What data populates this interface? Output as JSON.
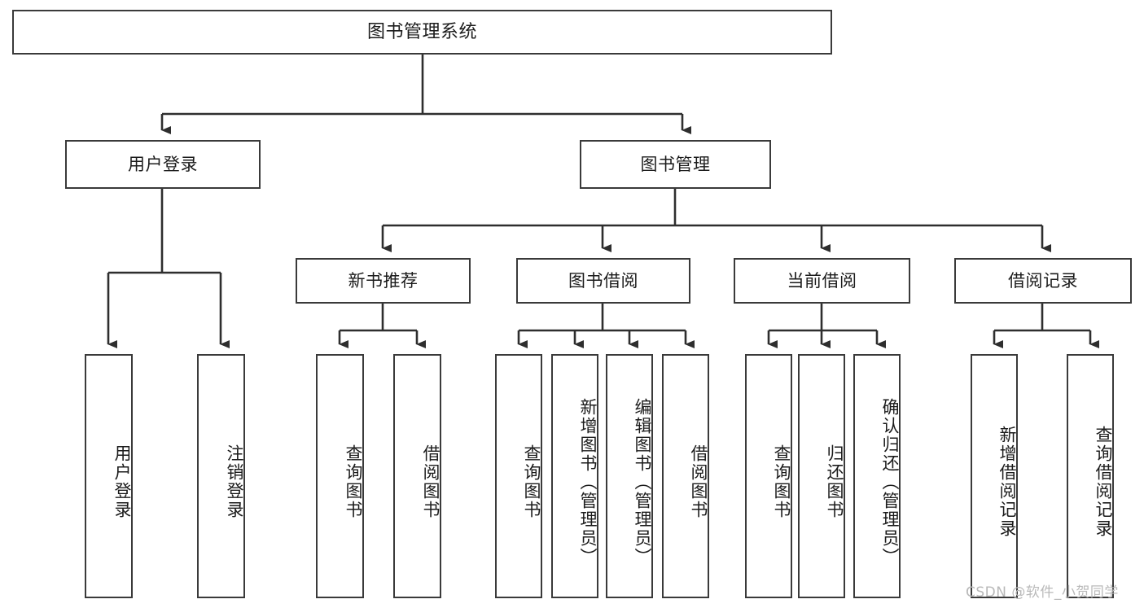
{
  "diagram": {
    "type": "tree-hierarchy-diagram",
    "title": "图书管理系统",
    "root": {
      "label": "图书管理系统"
    },
    "level2": [
      {
        "label": "用户登录"
      },
      {
        "label": "图书管理"
      }
    ],
    "level3": [
      {
        "label": "新书推荐"
      },
      {
        "label": "图书借阅"
      },
      {
        "label": "当前借阅"
      },
      {
        "label": "借阅记录"
      }
    ],
    "leaves": [
      {
        "label": "用户登录",
        "parent": "用户登录"
      },
      {
        "label": "注销登录",
        "parent": "用户登录"
      },
      {
        "label": "查询图书",
        "parent": "新书推荐"
      },
      {
        "label": "借阅图书",
        "parent": "新书推荐"
      },
      {
        "label": "查询图书",
        "parent": "图书借阅"
      },
      {
        "label": "新增图书（管理员）",
        "parent": "图书借阅"
      },
      {
        "label": "编辑图书（管理员）",
        "parent": "图书借阅"
      },
      {
        "label": "借阅图书",
        "parent": "图书借阅"
      },
      {
        "label": "查询图书",
        "parent": "当前借阅"
      },
      {
        "label": "归还图书",
        "parent": "当前借阅"
      },
      {
        "label": "确认归还（管理员）",
        "parent": "当前借阅"
      },
      {
        "label": "新增借阅记录",
        "parent": "借阅记录"
      },
      {
        "label": "查询借阅记录",
        "parent": "借阅记录"
      }
    ],
    "watermark": "CSDN @软件_小贺同学",
    "colors": {
      "stroke": "#3a3a3a",
      "background": "#ffffff",
      "text": "#1b1b1b",
      "watermark": "#b9b9b9"
    }
  }
}
